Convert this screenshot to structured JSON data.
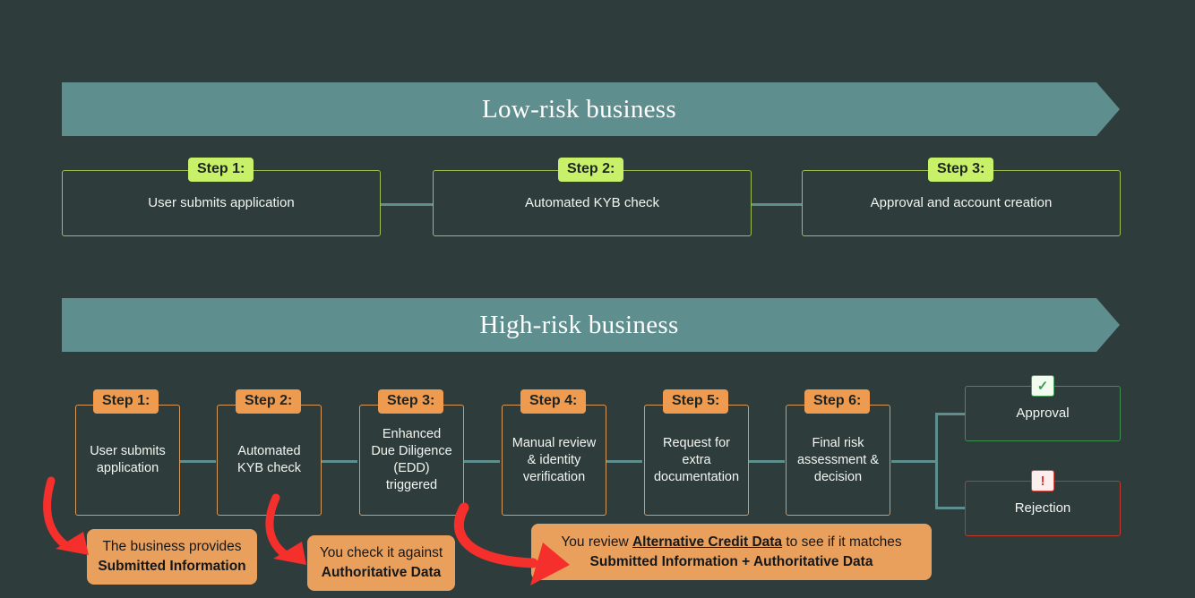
{
  "page": {
    "background_color": "#2f3c3c",
    "banner_color": "#5f8e8e",
    "lowrisk_accent": "#c8f169",
    "highrisk_accent": "#ef9b4f",
    "callout_color": "#e9a05d",
    "arrow_color": "#f5302c",
    "connector_color": "#5f8e8e"
  },
  "sections": [
    {
      "id": "low-risk",
      "banner_title": "Low-risk business",
      "steps": [
        {
          "badge": "Step 1:",
          "label": "User submits application"
        },
        {
          "badge": "Step 2:",
          "label": "Automated KYB check"
        },
        {
          "badge": "Step 3:",
          "label": "Approval and account creation"
        }
      ]
    },
    {
      "id": "high-risk",
      "banner_title": "High-risk business",
      "steps": [
        {
          "badge": "Step 1:",
          "label": "User submits application"
        },
        {
          "badge": "Step 2:",
          "label": "Automated KYB check"
        },
        {
          "badge": "Step 3:",
          "label": "Enhanced Due Diligence (EDD) triggered"
        },
        {
          "badge": "Step 4:",
          "label": "Manual review & identity verification"
        },
        {
          "badge": "Step 5:",
          "label": "Request for extra documentation"
        },
        {
          "badge": "Step 6:",
          "label": "Final risk assessment & decision"
        }
      ],
      "outcomes": [
        {
          "label": "Approval",
          "icon": "check-icon",
          "glyph": "✓",
          "status_color": "#3a9d4e"
        },
        {
          "label": "Rejection",
          "icon": "exclamation-icon",
          "glyph": "!",
          "status_color": "#d93a31"
        }
      ]
    }
  ],
  "callouts": [
    {
      "id": "submitted-information",
      "line1": "The business provides",
      "line2_bold": "Submitted Information"
    },
    {
      "id": "authoritative-data",
      "line1": "You check it against",
      "line2_bold": "Authoritative Data"
    },
    {
      "id": "alternative-credit-data",
      "line1_a": "You review ",
      "line1_underline": "Alternative Credit Data",
      "line1_b": " to see if it matches",
      "line2_bold": "Submitted Information + Authoritative Data"
    }
  ]
}
